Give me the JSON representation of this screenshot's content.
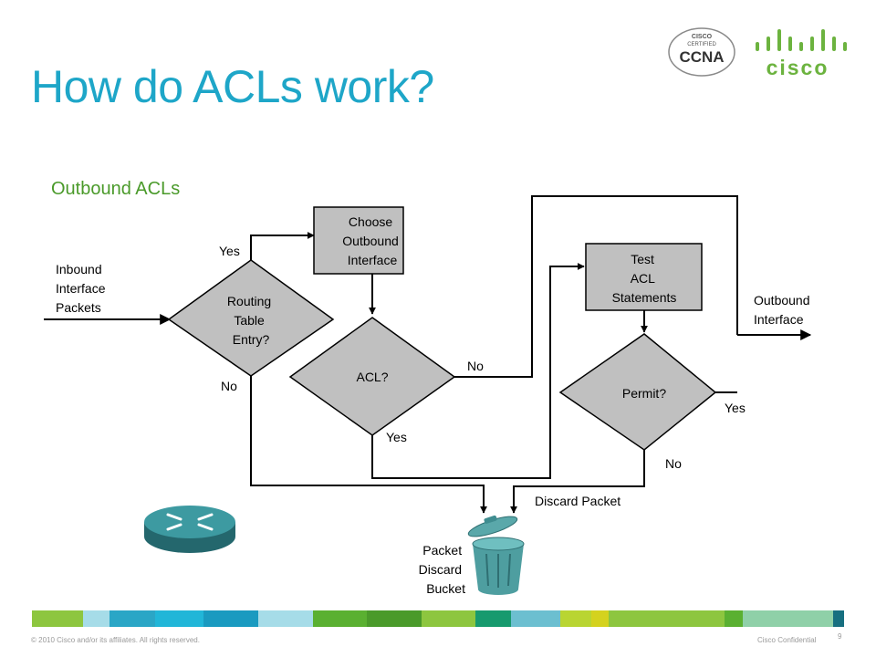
{
  "header": {
    "title": "How do ACLs work?",
    "subtitle": "Outbound ACLs",
    "ccna_badge": {
      "line1": "CISCO",
      "line2": "CERTIFIED",
      "line3": "CCNA"
    },
    "cisco_logo": "cisco"
  },
  "diagram": {
    "inbound_label": [
      "Inbound",
      "Interface",
      "Packets"
    ],
    "routing_decision": [
      "Routing",
      "Table",
      "Entry?"
    ],
    "choose_box": [
      "Choose",
      "Outbound",
      "Interface"
    ],
    "acl_decision": "ACL?",
    "test_box": [
      "Test",
      "ACL",
      "Statements"
    ],
    "permit_decision": "Permit?",
    "outbound_label": [
      "Outbound",
      "Interface"
    ],
    "routing_yes": "Yes",
    "routing_no": "No",
    "acl_no": "No",
    "acl_yes": "Yes",
    "permit_yes": "Yes",
    "permit_no": "No",
    "discard_label": "Discard Packet",
    "bucket_label": [
      "Packet",
      "Discard",
      "Bucket"
    ]
  },
  "colors": {
    "title": "#1ea6c8",
    "subtitle": "#4a9a2a",
    "shape_fill": "#c0c0c0",
    "router": "#2e7f86",
    "bucket": "#4e9ea0"
  },
  "footer": {
    "copyright": "© 2010 Cisco and/or its affiliates. All rights reserved.",
    "confidential": "Cisco Confidential",
    "page_number": "9"
  }
}
